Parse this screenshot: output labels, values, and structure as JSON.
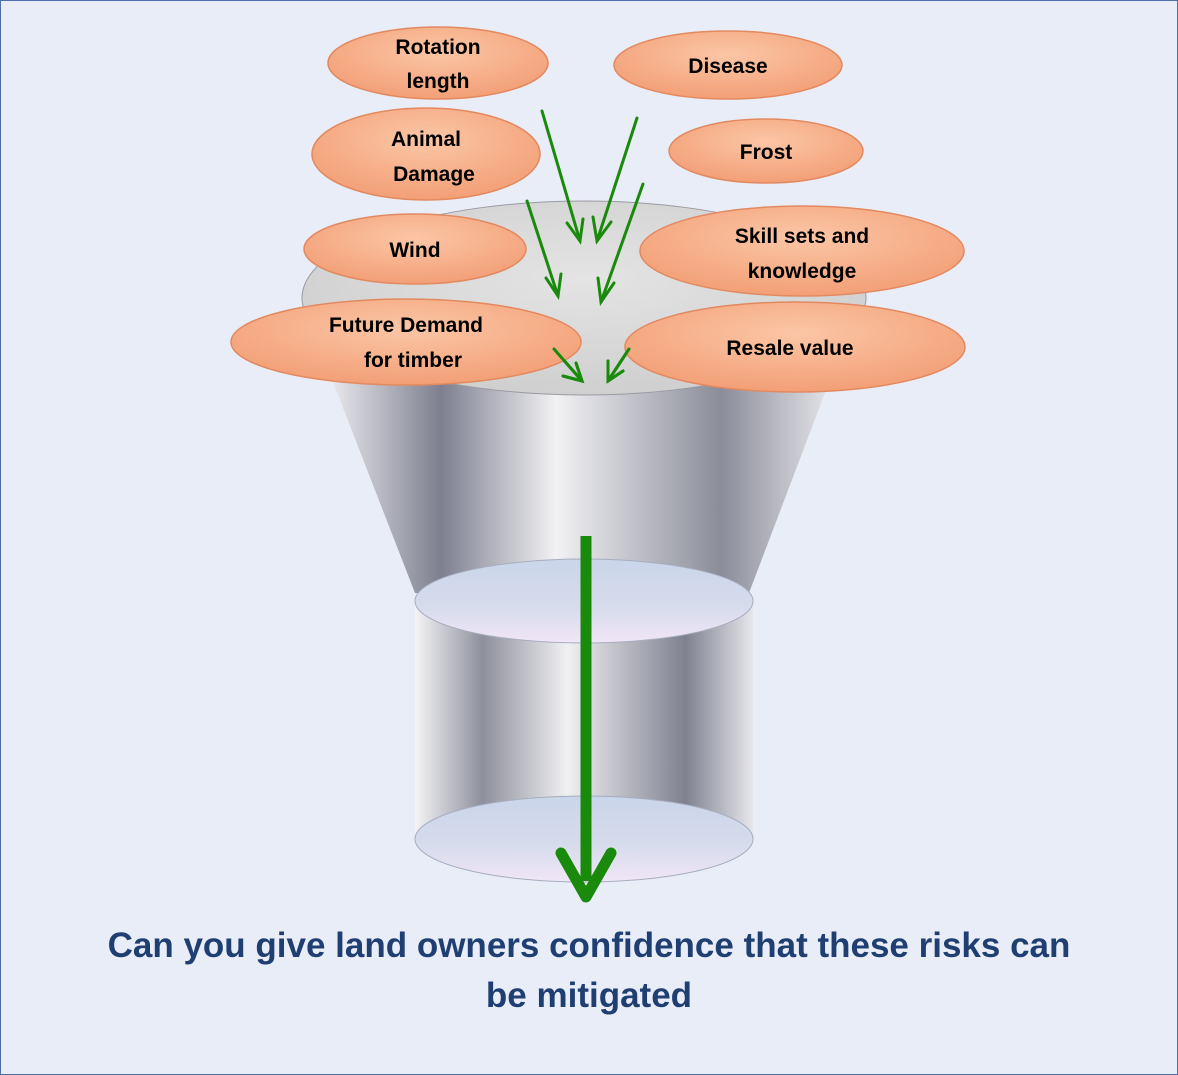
{
  "risks": [
    {
      "line1": "Rotation",
      "line2": "length"
    },
    {
      "line1": "Disease",
      "line2": ""
    },
    {
      "line1": "Animal",
      "line2": "Damage"
    },
    {
      "line1": "Frost",
      "line2": ""
    },
    {
      "line1": "Wind",
      "line2": ""
    },
    {
      "line1": "Skill sets and",
      "line2": "knowledge"
    },
    {
      "line1": "Future Demand",
      "line2": "for timber"
    },
    {
      "line1": "Resale value",
      "line2": ""
    }
  ],
  "caption": {
    "line1": "Can you give land owners confidence that these risks can",
    "line2": "be mitigated"
  },
  "colors": {
    "oval_fill": "#f6ae88",
    "oval_stroke": "#e3895f",
    "arrow": "#1a8a0c",
    "caption": "#1f3f73",
    "background": "#e9edf7"
  }
}
